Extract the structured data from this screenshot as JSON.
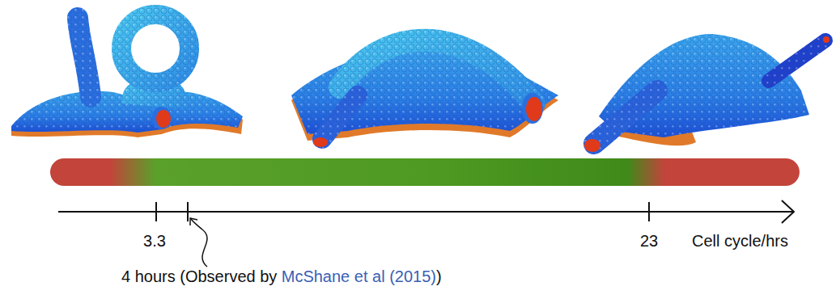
{
  "diagram": {
    "labels": [
      "3.3",
      "23",
      "Cell cycle/hrs",
      "4 hours (Observed by",
      "McShane et al (2015)",
      ")"
    ]
  }
}
